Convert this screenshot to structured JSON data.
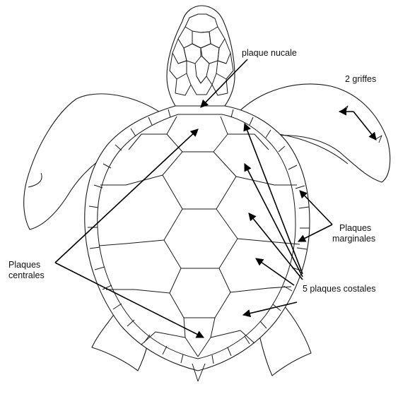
{
  "labels": {
    "nucal": "plaque nucale",
    "griffes": "2 griffes",
    "marginales_1": "Plaques",
    "marginales_2": "marginales",
    "centrales_1": "Plaques",
    "centrales_2": "centrales",
    "costales": "5 plaques costales"
  },
  "colors": {
    "ink": "#1a1a1a",
    "background": "#ffffff"
  }
}
